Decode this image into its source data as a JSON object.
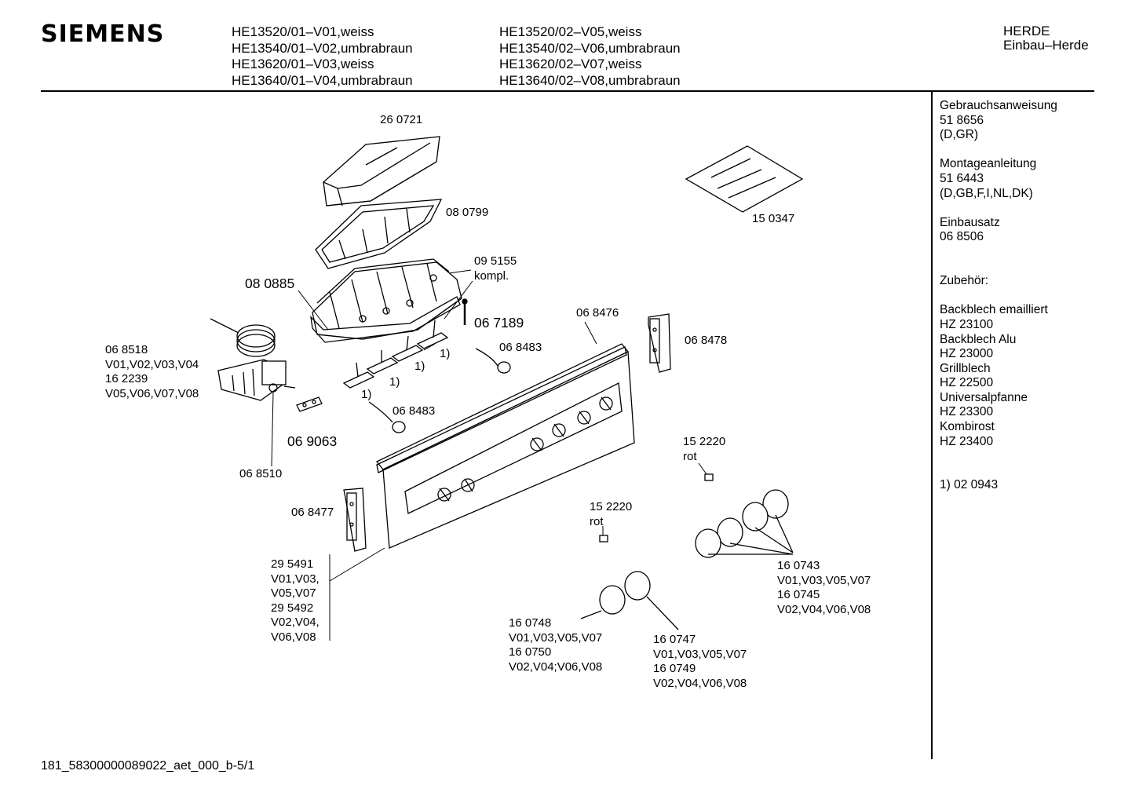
{
  "brand": "SIEMENS",
  "models_col1": [
    "HE13520/01–V01,weiss",
    "HE13540/01–V02,umbrabraun",
    "HE13620/01–V03,weiss",
    "HE13640/01–V04,umbrabraun"
  ],
  "models_col2": [
    "HE13520/02–V05,weiss",
    "HE13540/02–V06,umbrabraun",
    "HE13620/02–V07,weiss",
    "HE13640/02–V08,umbrabraun"
  ],
  "category": {
    "line1": "HERDE",
    "line2": "Einbau–Herde"
  },
  "sidebar": [
    "Gebrauchsanweisung",
    "51 8656",
    "(D,GR)",
    "",
    "Montageanleitung",
    "51 6443",
    "(D,GB,F,I,NL,DK)",
    "",
    "Einbausatz",
    "06 8506",
    "",
    "",
    "Zubehör:",
    "",
    "Backblech emailliert",
    "HZ 23100",
    "Backblech Alu",
    "HZ 23000",
    "Grillblech",
    "HZ 22500",
    "Universalpfanne",
    "HZ 23300",
    "Kombirost",
    "HZ 23400",
    "",
    "",
    "1)  02 0943"
  ],
  "labels": {
    "p260721": "26 0721",
    "p080799": "08 0799",
    "p095155": [
      "09 5155",
      "kompl."
    ],
    "p080885": "08 0885",
    "p067189": "06 7189",
    "p068476": "06 8476",
    "p068483a": "06 8483",
    "p068478": "06 8478",
    "p150347": "15 0347",
    "p068518": [
      "06 8518",
      "V01,V02,V03,V04",
      "16 2239",
      "V05,V06,V07,V08"
    ],
    "fn1": "1)",
    "fn2": "1)",
    "fn3": "1)",
    "fn4": "1)",
    "p068483b": "06 8483",
    "p069063": "06 9063",
    "p068510": "06 8510",
    "p152220a": [
      "15 2220",
      "rot"
    ],
    "p068477": "06 8477",
    "p152220b": [
      "15 2220",
      "rot"
    ],
    "p295491": [
      "29 5491",
      "V01,V03,",
      "V05,V07",
      "29 5492",
      "V02,V04,",
      "V06,V08"
    ],
    "p160743": [
      "16 0743",
      "V01,V03,V05,V07",
      "16 0745",
      "V02,V04,V06,V08"
    ],
    "p160748": [
      "16 0748",
      "V01,V03,V05,V07",
      "16 0750",
      "V02,V04;V06,V08"
    ],
    "p160747": [
      "16 0747",
      "V01,V03,V05,V07",
      "16 0749",
      "V02,V04,V06,V08"
    ]
  },
  "footer": "181_58300000089022_aet_000_b-5/1"
}
